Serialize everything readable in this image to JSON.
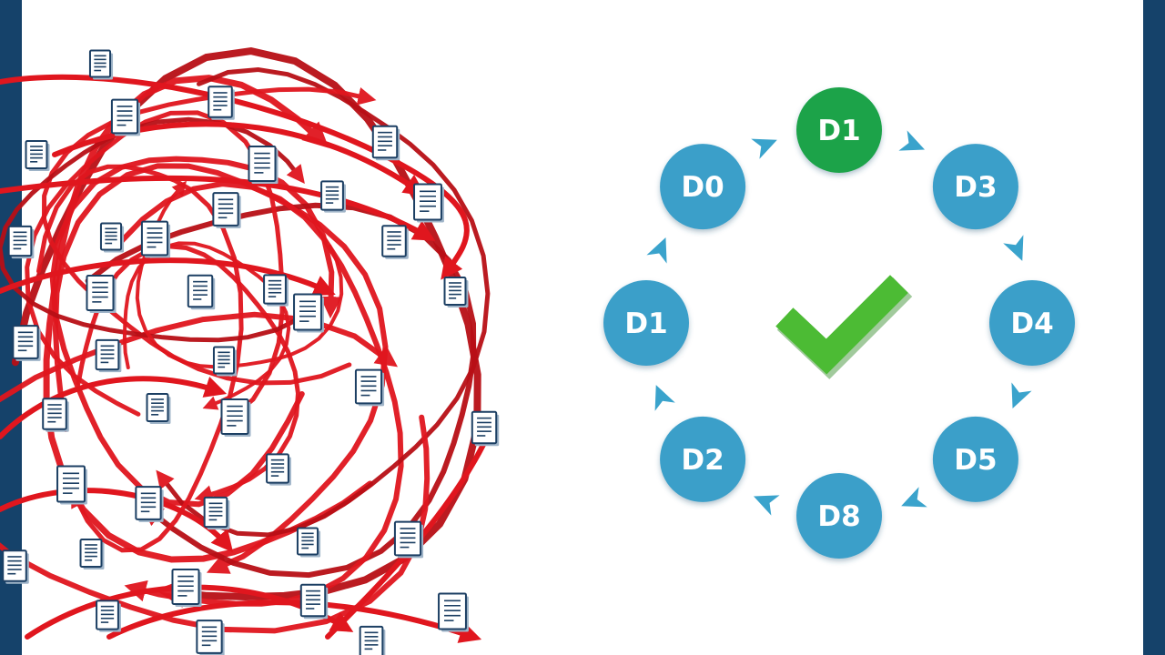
{
  "colors": {
    "frame": "#15426a",
    "background": "#ffffff",
    "chaos_arrow": "#e0161e",
    "document_stroke": "#1c3f63",
    "node_blue": "#3b9fc9",
    "node_green": "#1fa34a",
    "cycle_arrow": "#3aa3cc",
    "checkmark": "#4cbb34"
  },
  "icons": {
    "document": "document-icon",
    "check": "checkmark-icon"
  },
  "cycle": {
    "nodes": [
      {
        "id": "top",
        "label": "D1",
        "color": "green"
      },
      {
        "id": "top-right",
        "label": "D3",
        "color": "blue"
      },
      {
        "id": "right",
        "label": "D4",
        "color": "blue"
      },
      {
        "id": "bottom-right",
        "label": "D5",
        "color": "blue"
      },
      {
        "id": "bottom",
        "label": "D8",
        "color": "blue"
      },
      {
        "id": "bottom-left",
        "label": "D2",
        "color": "blue"
      },
      {
        "id": "left",
        "label": "D1",
        "color": "blue"
      },
      {
        "id": "top-left",
        "label": "D0",
        "color": "blue"
      }
    ]
  }
}
